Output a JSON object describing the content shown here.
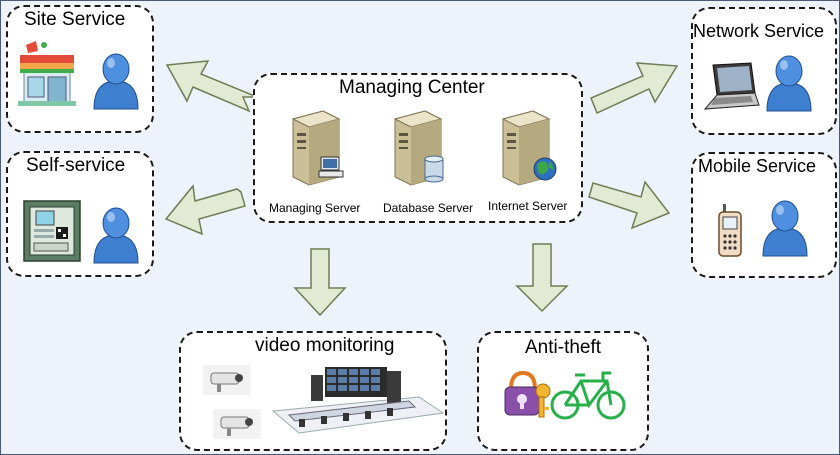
{
  "diagram": {
    "center": {
      "title": "Managing Center",
      "servers": [
        {
          "label": "Managing Server",
          "icon": "managing-server-icon"
        },
        {
          "label": "Database Server",
          "icon": "database-server-icon"
        },
        {
          "label": "Internet Server",
          "icon": "internet-server-icon"
        }
      ]
    },
    "boxes": {
      "site_service": "Site Service",
      "self_service": "Self-service",
      "network_service": "Network Service",
      "mobile_service": "Mobile Service",
      "video_monitoring": "video monitoring",
      "anti_theft": "Anti-theft"
    },
    "colors": {
      "arrow_fill": "#e3ead4",
      "arrow_stroke": "#6d7d55",
      "user_blue": "#3f7fcf",
      "server_beige": "#d9cfae",
      "background": "#eef2fa"
    }
  }
}
